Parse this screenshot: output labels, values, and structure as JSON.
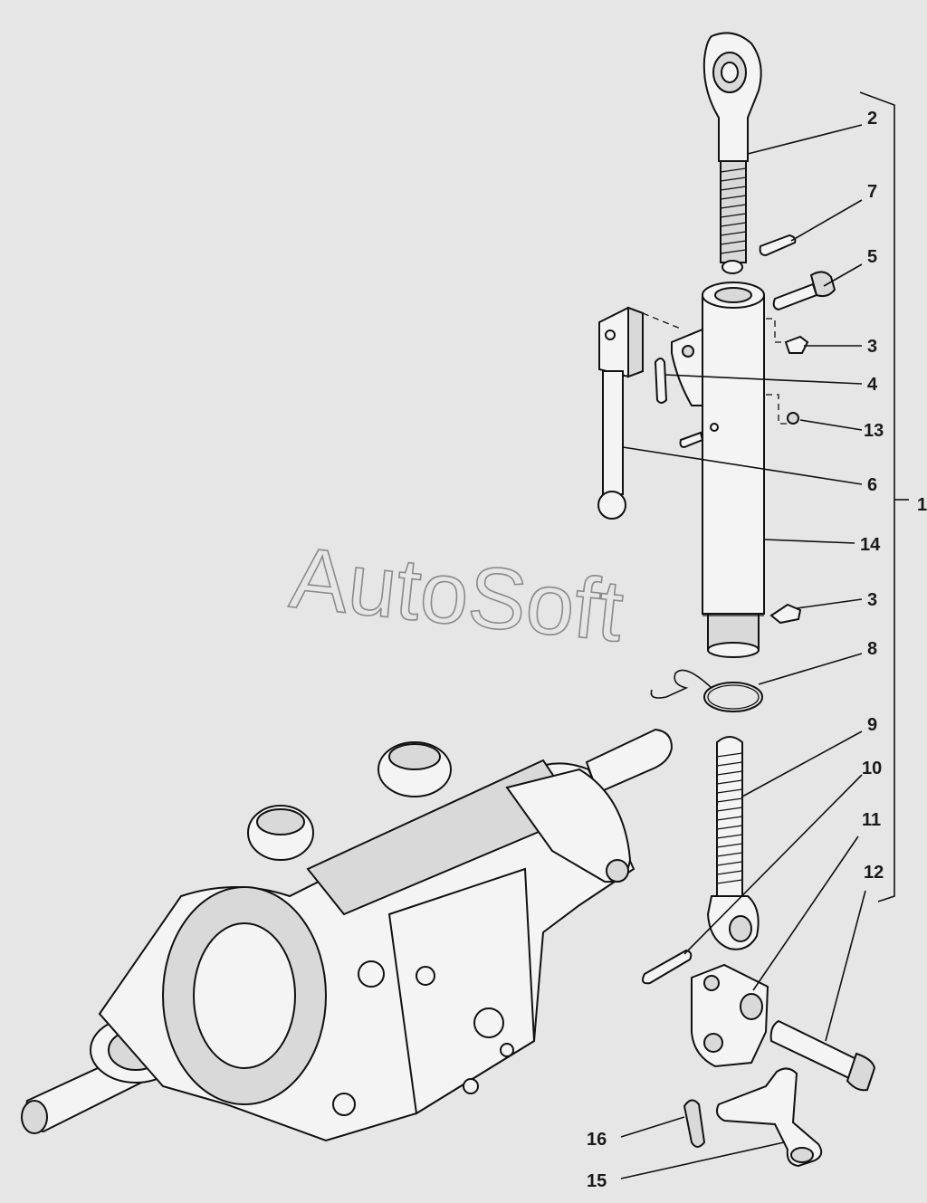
{
  "watermark": "AutoSoft",
  "callouts": {
    "c1": "1",
    "c2": "2",
    "c3a": "3",
    "c3b": "3",
    "c4": "4",
    "c5": "5",
    "c6": "6",
    "c7": "7",
    "c8": "8",
    "c9": "9",
    "c10": "10",
    "c11": "11",
    "c12": "12",
    "c13": "13",
    "c14": "14",
    "c15": "15",
    "c16": "16"
  }
}
